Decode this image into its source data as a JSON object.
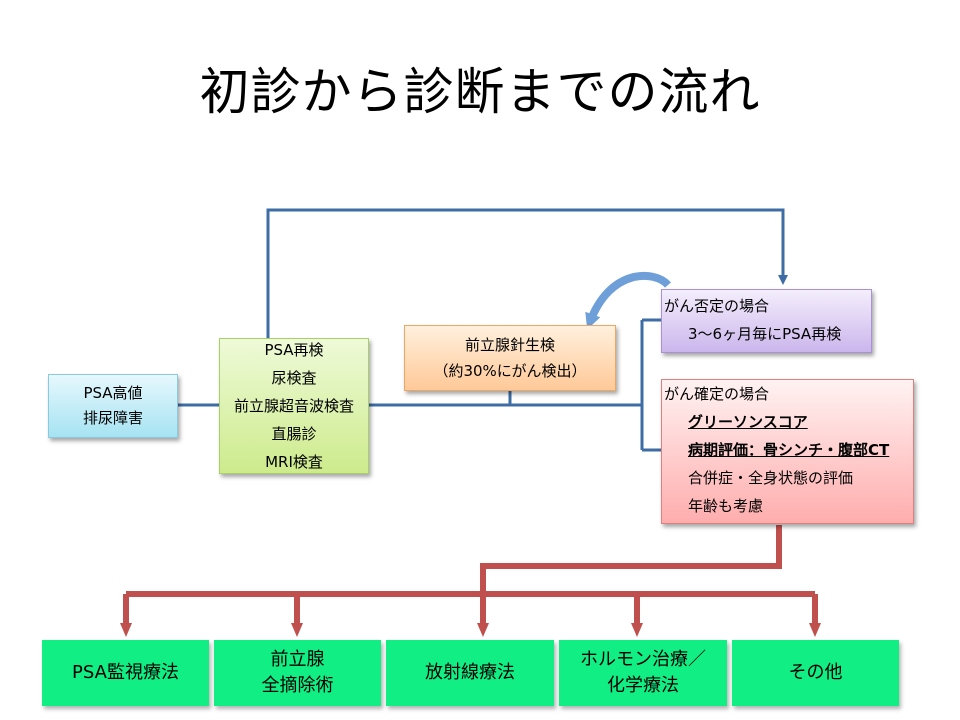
{
  "title": "初診から診断までの流れ",
  "nodes": {
    "initial": {
      "lines": [
        "PSA高値",
        "排尿障害"
      ],
      "color": "#bfeaf6"
    },
    "exams": {
      "lines": [
        "PSA再検",
        "尿検査",
        "前立腺超音波検査",
        "直腸診",
        "MRI検査"
      ],
      "color": "#dff3b6"
    },
    "biopsy": {
      "lines": [
        "前立腺針生検",
        "（約30%にがん検出）"
      ],
      "color": "#ffdcb9"
    },
    "negative": {
      "heading": "がん否定の場合",
      "detail": "3～6ヶ月毎にPSA再検",
      "color": "#ddd0f4"
    },
    "positive": {
      "heading": "がん確定の場合",
      "items": [
        "グリーソンスコア",
        "病期評価：骨シンチ・腹部CT",
        "合併症・全身状態の評価",
        "年齢も考慮"
      ],
      "color": "#ffcccc"
    }
  },
  "treatments": [
    {
      "lines": [
        "PSA監視療法"
      ]
    },
    {
      "lines": [
        "前立腺",
        "全摘除術"
      ]
    },
    {
      "lines": [
        "放射線療法"
      ]
    },
    {
      "lines": [
        "ホルモン治療／",
        "化学療法"
      ]
    },
    {
      "lines": [
        "その他"
      ]
    }
  ],
  "colors": {
    "flow_line": "#3e6da6",
    "treatment_line": "#c0504d",
    "treatment_fill": "#11ef84",
    "curved_arrow": "#6f9fd8"
  }
}
